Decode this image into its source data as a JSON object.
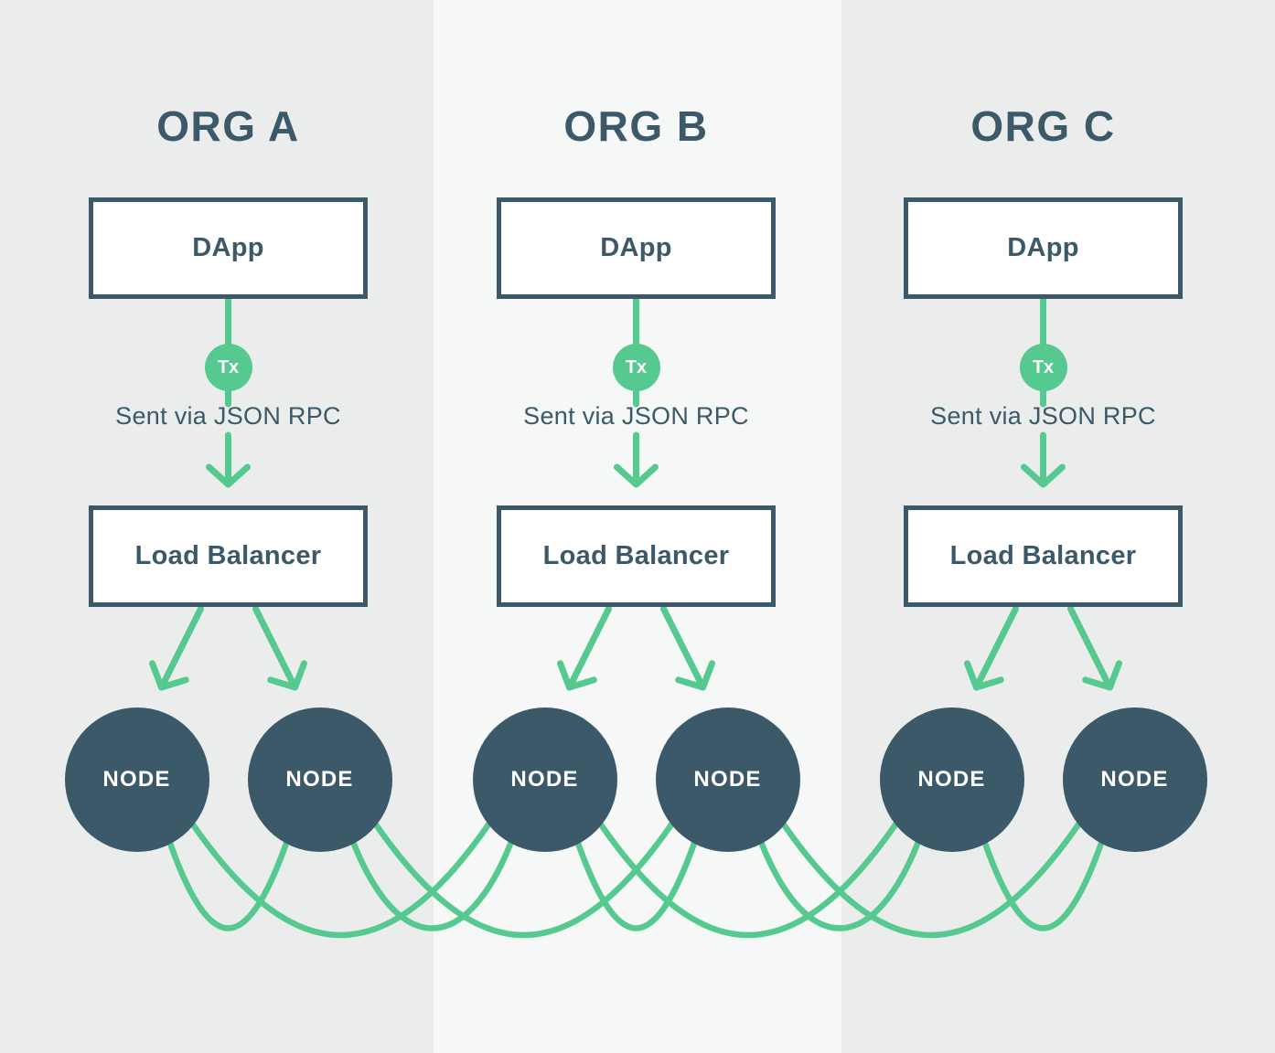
{
  "diagram": {
    "columns": [
      {
        "title": "ORG A",
        "dapp_label": "DApp",
        "tx_badge": "Tx",
        "rpc_label": "Sent via JSON RPC",
        "load_balancer_label": "Load Balancer",
        "nodes": [
          "NODE",
          "NODE"
        ]
      },
      {
        "title": "ORG B",
        "dapp_label": "DApp",
        "tx_badge": "Tx",
        "rpc_label": "Sent via JSON RPC",
        "load_balancer_label": "Load Balancer",
        "nodes": [
          "NODE",
          "NODE"
        ]
      },
      {
        "title": "ORG C",
        "dapp_label": "DApp",
        "tx_badge": "Tx",
        "rpc_label": "Sent via JSON RPC",
        "load_balancer_label": "Load Balancer",
        "nodes": [
          "NODE",
          "NODE"
        ]
      }
    ],
    "colors": {
      "green": "#55c98f",
      "slate": "#3b5968",
      "band_outer": "#ebedec",
      "band_inner": "#f6f7f7",
      "box_bg": "#ffffff",
      "node_text": "#ffffff"
    }
  }
}
